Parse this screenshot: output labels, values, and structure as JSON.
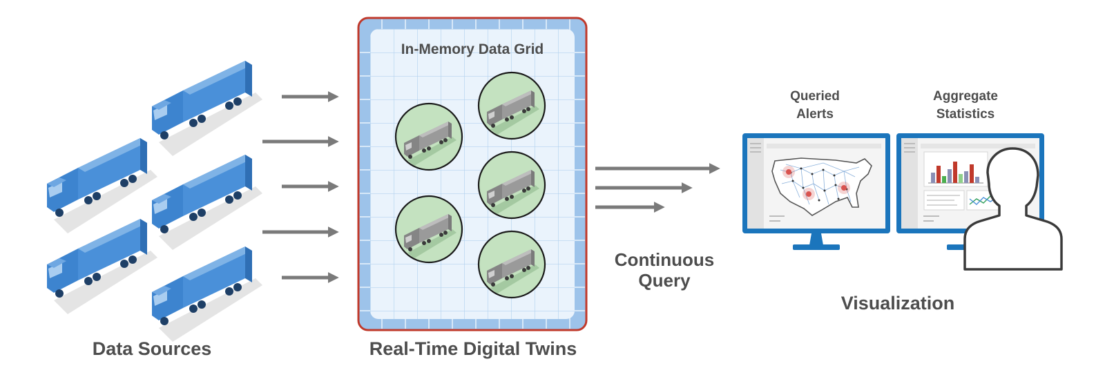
{
  "sections": {
    "data_sources": "Data Sources",
    "digital_twins": "Real-Time Digital Twins",
    "visualization": "Visualization"
  },
  "grid": {
    "title": "In-Memory Data Grid"
  },
  "query": {
    "line1": "Continuous",
    "line2": "Query"
  },
  "monitors": [
    {
      "line1": "Queried",
      "line2": "Alerts"
    },
    {
      "line1": "Aggregate",
      "line2": "Statistics"
    }
  ],
  "colors": {
    "truck_blue": "#4a90d9",
    "twin_green": "#c4e2c0",
    "twin_truck_gray": "#9a9a9a",
    "grid_border_red": "#c0392b",
    "grid_fill_blue": "#9dc3ea",
    "grid_inner": "#eaf3fc",
    "arrow_gray": "#7a7a7a",
    "monitor_blue": "#1b75bc",
    "alert_red": "#d9534f",
    "text_gray": "#4d4d4d"
  },
  "icons": [
    "semi-truck-icon",
    "digital-twin-truck-icon",
    "arrow-right-icon",
    "monitor-icon",
    "us-map-icon",
    "bar-chart-icon",
    "line-chart-icon",
    "user-silhouette-icon"
  ]
}
